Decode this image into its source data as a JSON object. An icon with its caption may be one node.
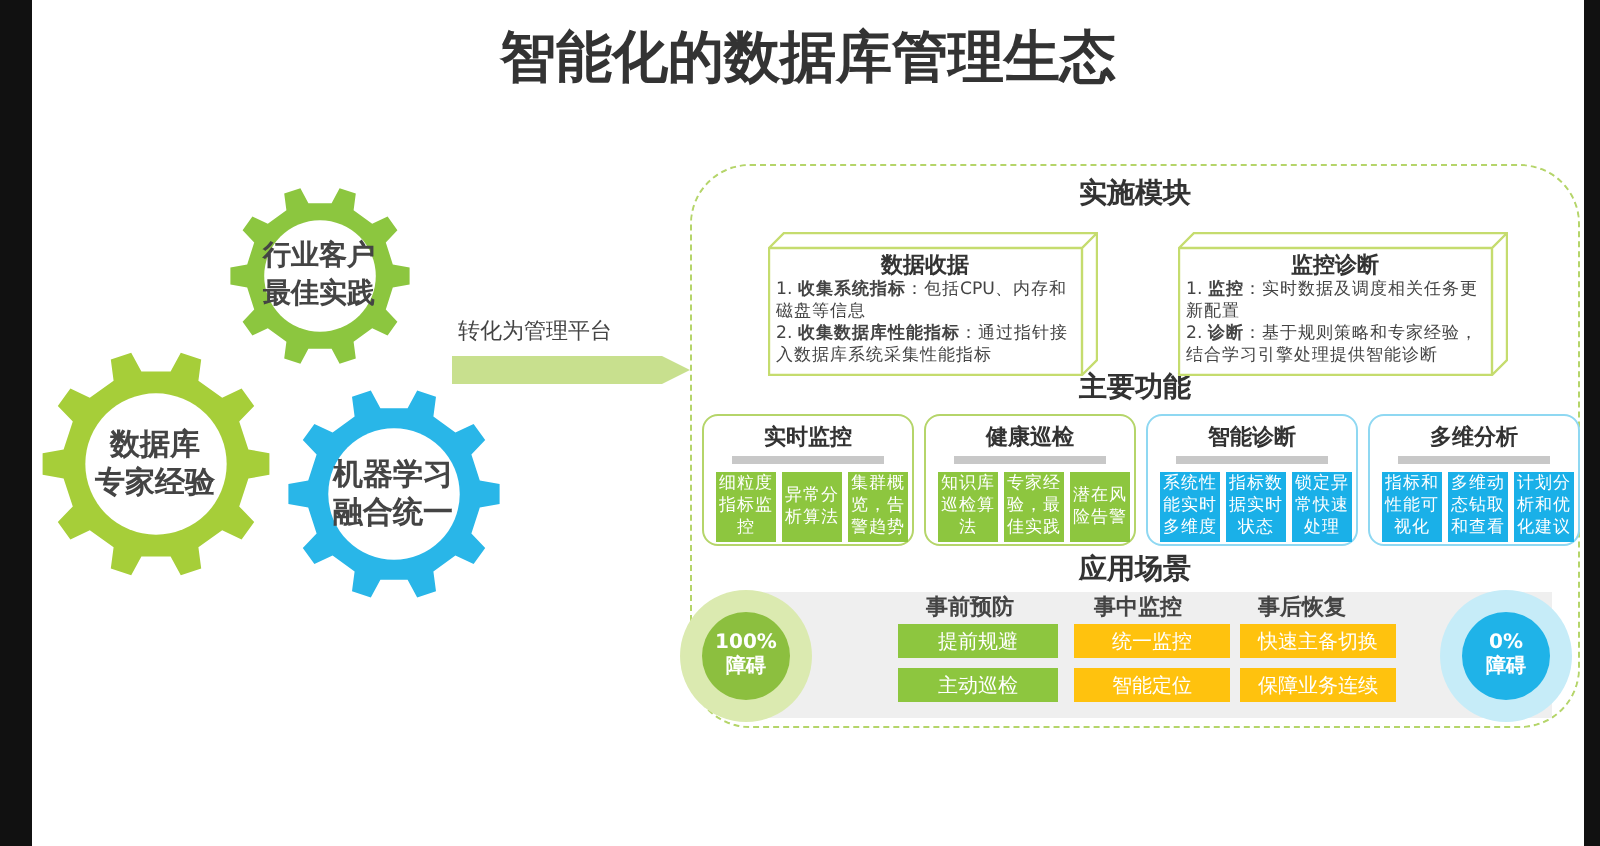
{
  "diagram": {
    "title": "智能化的数据库管理生态",
    "nodes": [
      {
        "text": [
          "行业客户最佳实践"
        ]
      },
      {
        "text": [
          "数据库专家经验"
        ]
      },
      {
        "text": [
          "机器学习融合统一"
        ]
      },
      {
        "text": [
          "实施模块",
          "主要功能",
          "应用场景"
        ]
      },
      {
        "text": [
          "数据收据",
          "1. **收集系统指标**：包括CPU、内存和磁盘等信息",
          "2. **收集数据库性能指标**：通过指针接入数据库系统采集性能指标"
        ],
        "in": 3
      },
      {
        "text": [
          "监控诊断",
          "1. **监控**：实时数据及调度相关任务更新配置",
          "2. **诊断**：基于规则策略和专家经验，结合学习引擎处理提供智能诊断"
        ],
        "in": 3
      },
      {
        "text": [
          "实时监控"
        ],
        "in": 3
      },
      {
        "text": [
          "细粒度指标监控"
        ],
        "in": 6
      },
      {
        "text": [
          "异常分析算法"
        ],
        "in": 6
      },
      {
        "text": [
          "集群概览，告警趋势"
        ],
        "in": 6
      },
      {
        "text": [
          "健康巡检"
        ],
        "in": 3
      },
      {
        "text": [
          "知识库巡检算法"
        ],
        "in": 10
      },
      {
        "text": [
          "专家经验，最佳实践"
        ],
        "in": 10
      },
      {
        "text": [
          "潜在风险告警"
        ],
        "in": 10
      },
      {
        "text": [
          "智能诊断"
        ],
        "in": 3
      },
      {
        "text": [
          "系统性能实时多维度"
        ],
        "in": 14
      },
      {
        "text": [
          "指标数据实时状态"
        ],
        "in": 14
      },
      {
        "text": [
          "锁定异常快速处理"
        ],
        "in": 14
      },
      {
        "text": [
          "多维分析"
        ],
        "in": 3
      },
      {
        "text": [
          "指标和性能可视化"
        ],
        "in": 18
      },
      {
        "text": [
          "多维动态钻取和查看"
        ],
        "in": 18
      },
      {
        "text": [
          "计划分析和优化建议"
        ],
        "in": 18
      },
      {
        "text": [
          "100%障碍"
        ],
        "in": 3
      },
      {
        "text": [
          "提前规避"
        ],
        "in": 3
      },
      {
        "text": [
          "统一监控"
        ],
        "in": 3
      },
      {
        "text": [
          "快速主备切换"
        ],
        "in": 3
      },
      {
        "text": [
          "主动巡检"
        ],
        "in": 3
      },
      {
        "text": [
          "智能定位"
        ],
        "in": 3
      },
      {
        "text": [
          "保障业务连续"
        ],
        "in": 3
      },
      {
        "text": [
          "0%障碍"
        ],
        "in": 3
      }
    ],
    "edges": [
      {
        "from": 2,
        "to": 3,
        "arrow": "to",
        "label": "转化为管理平台"
      }
    ],
    "labels": [
      "事前预防",
      "事中监控",
      "事后恢复"
    ]
  }
}
